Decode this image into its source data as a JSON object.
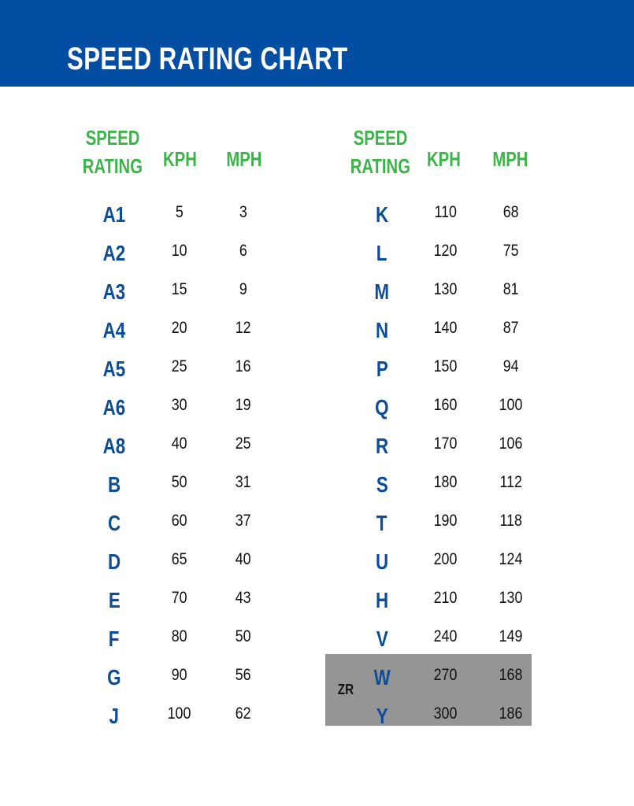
{
  "title": "SPEED RATING CHART",
  "colors": {
    "header_bg": "#034ea2",
    "heading_green": "#3cb44a",
    "rating_blue": "#0d4d97",
    "zr_gray": "#959595"
  },
  "columns": {
    "rating_line1": "SPEED",
    "rating_line2": "RATING",
    "kph": "KPH",
    "mph": "MPH"
  },
  "zr_label": "ZR",
  "chart_data": {
    "type": "table",
    "title": "SPEED RATING CHART",
    "columns": [
      "SPEED RATING",
      "KPH",
      "MPH"
    ],
    "left": [
      {
        "code": "A1",
        "kph": "5",
        "mph": "3"
      },
      {
        "code": "A2",
        "kph": "10",
        "mph": "6"
      },
      {
        "code": "A3",
        "kph": "15",
        "mph": "9"
      },
      {
        "code": "A4",
        "kph": "20",
        "mph": "12"
      },
      {
        "code": "A5",
        "kph": "25",
        "mph": "16"
      },
      {
        "code": "A6",
        "kph": "30",
        "mph": "19"
      },
      {
        "code": "A8",
        "kph": "40",
        "mph": "25"
      },
      {
        "code": "B",
        "kph": "50",
        "mph": "31"
      },
      {
        "code": "C",
        "kph": "60",
        "mph": "37"
      },
      {
        "code": "D",
        "kph": "65",
        "mph": "40"
      },
      {
        "code": "E",
        "kph": "70",
        "mph": "43"
      },
      {
        "code": "F",
        "kph": "80",
        "mph": "50"
      },
      {
        "code": "G",
        "kph": "90",
        "mph": "56"
      },
      {
        "code": "J",
        "kph": "100",
        "mph": "62"
      }
    ],
    "right": [
      {
        "code": "K",
        "kph": "110",
        "mph": "68"
      },
      {
        "code": "L",
        "kph": "120",
        "mph": "75"
      },
      {
        "code": "M",
        "kph": "130",
        "mph": "81"
      },
      {
        "code": "N",
        "kph": "140",
        "mph": "87"
      },
      {
        "code": "P",
        "kph": "150",
        "mph": "94"
      },
      {
        "code": "Q",
        "kph": "160",
        "mph": "100"
      },
      {
        "code": "R",
        "kph": "170",
        "mph": "106"
      },
      {
        "code": "S",
        "kph": "180",
        "mph": "112"
      },
      {
        "code": "T",
        "kph": "190",
        "mph": "118"
      },
      {
        "code": "U",
        "kph": "200",
        "mph": "124"
      },
      {
        "code": "H",
        "kph": "210",
        "mph": "130"
      },
      {
        "code": "V",
        "kph": "240",
        "mph": "149"
      },
      {
        "code": "W",
        "kph": "270",
        "mph": "168",
        "zr": true
      },
      {
        "code": "Y",
        "kph": "300",
        "mph": "186",
        "zr": true
      }
    ]
  }
}
